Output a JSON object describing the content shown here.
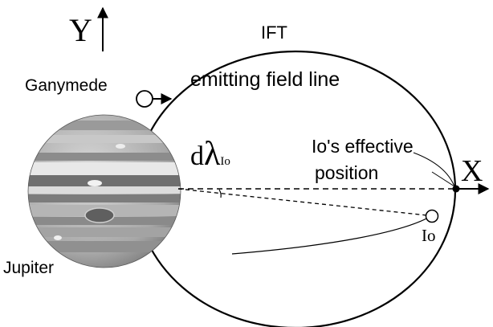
{
  "labels": {
    "y_axis": "Y",
    "x_axis": "X",
    "ift": "IFT",
    "emitting_field_line": "emitting field line",
    "ganymede": "Ganymede",
    "d_lambda_d": "d",
    "d_lambda_symbol": "λ",
    "d_lambda_sub": "Io",
    "io_effective_line1": "Io's effective",
    "io_effective_line2": "position",
    "io": "Io",
    "jupiter": "Jupiter"
  },
  "colors": {
    "ink": "#000000",
    "background": "#ffffff",
    "jupiter_base": "#bdbdbd",
    "jupiter_band_dark": "#6f6f6f",
    "jupiter_band_light": "#e6e6e6"
  },
  "icons": {
    "ganymede_marker": "open-circle-with-arrow",
    "io_marker": "open-circle",
    "io_effective_marker": "filled-dot"
  }
}
